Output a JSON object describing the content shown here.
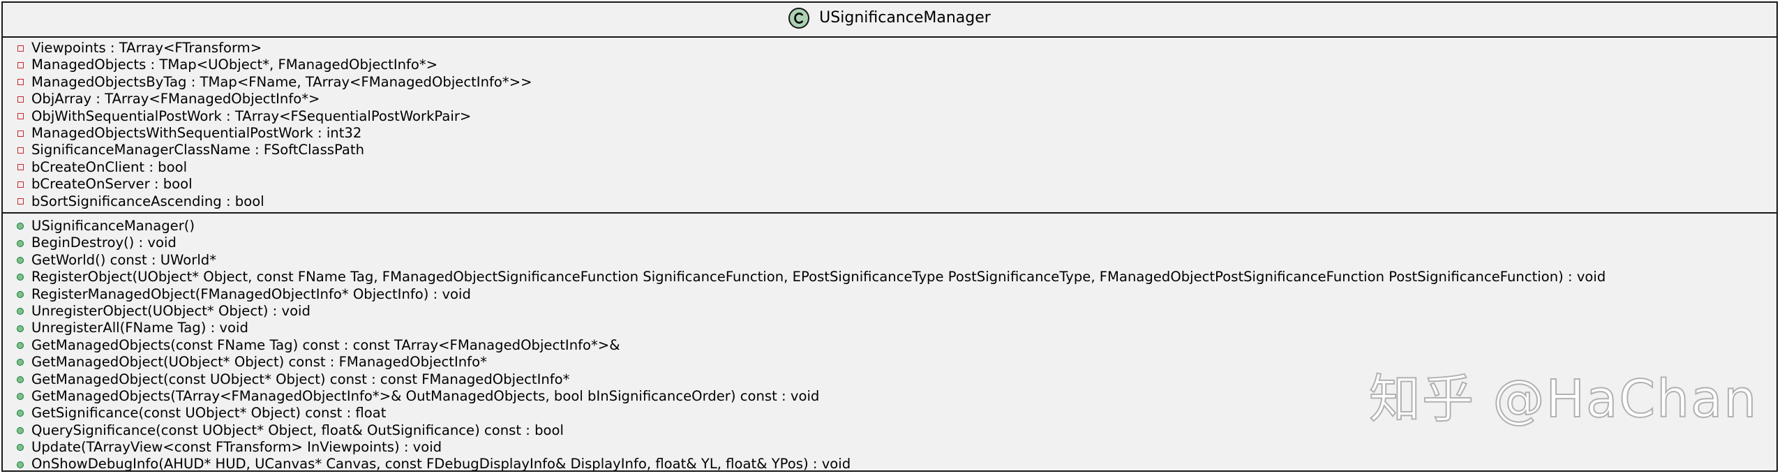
{
  "class": {
    "stereotype_letter": "C",
    "stereotype_icon": "class-circle-icon",
    "stereotype_color": "#add1b2",
    "name": "USignificanceManager"
  },
  "fields": [
    {
      "visibility": "private",
      "text": "Viewpoints : TArray<FTransform>"
    },
    {
      "visibility": "private",
      "text": "ManagedObjects : TMap<UObject*, FManagedObjectInfo*>"
    },
    {
      "visibility": "private",
      "text": "ManagedObjectsByTag : TMap<FName, TArray<FManagedObjectInfo*>>"
    },
    {
      "visibility": "private",
      "text": "ObjArray : TArray<FManagedObjectInfo*>"
    },
    {
      "visibility": "private",
      "text": "ObjWithSequentialPostWork : TArray<FSequentialPostWorkPair>"
    },
    {
      "visibility": "private",
      "text": "ManagedObjectsWithSequentialPostWork : int32"
    },
    {
      "visibility": "private",
      "text": "SignificanceManagerClassName : FSoftClassPath"
    },
    {
      "visibility": "private",
      "text": "bCreateOnClient : bool"
    },
    {
      "visibility": "private",
      "text": "bCreateOnServer : bool"
    },
    {
      "visibility": "private",
      "text": "bSortSignificanceAscending : bool"
    }
  ],
  "methods": [
    {
      "visibility": "public",
      "text": "USignificanceManager()"
    },
    {
      "visibility": "public",
      "text": "BeginDestroy() : void"
    },
    {
      "visibility": "public",
      "text": "GetWorld() const : UWorld*"
    },
    {
      "visibility": "public",
      "text": "RegisterObject(UObject* Object, const FName Tag, FManagedObjectSignificanceFunction SignificanceFunction, EPostSignificanceType PostSignificanceType, FManagedObjectPostSignificanceFunction PostSignificanceFunction) : void"
    },
    {
      "visibility": "public",
      "text": "RegisterManagedObject(FManagedObjectInfo* ObjectInfo) : void"
    },
    {
      "visibility": "public",
      "text": "UnregisterObject(UObject* Object) : void"
    },
    {
      "visibility": "public",
      "text": "UnregisterAll(FName Tag) : void"
    },
    {
      "visibility": "public",
      "text": "GetManagedObjects(const FName Tag) const : const TArray<FManagedObjectInfo*>&"
    },
    {
      "visibility": "public",
      "text": "GetManagedObject(UObject* Object) const : FManagedObjectInfo*"
    },
    {
      "visibility": "public",
      "text": "GetManagedObject(const UObject* Object) const : const FManagedObjectInfo*"
    },
    {
      "visibility": "public",
      "text": "GetManagedObjects(TArray<FManagedObjectInfo*>& OutManagedObjects, bool bInSignificanceOrder) const : void"
    },
    {
      "visibility": "public",
      "text": "GetSignificance(const UObject* Object) const : float"
    },
    {
      "visibility": "public",
      "text": "QuerySignificance(const UObject* Object, float& OutSignificance) const : bool"
    },
    {
      "visibility": "public",
      "text": "Update(TArrayView<const FTransform> InViewpoints) : void"
    },
    {
      "visibility": "public",
      "text": "OnShowDebugInfo(AHUD* HUD, UCanvas* Canvas, const FDebugDisplayInfo& DisplayInfo, float& YL, float& YPos) : void"
    }
  ],
  "colors": {
    "box_fill": "#f1f1f1",
    "border": "#181818",
    "private_marker": "#c82930",
    "public_marker_fill": "#84be84",
    "public_marker_border": "#038048"
  },
  "watermark": {
    "text": "知乎 @HaChan"
  }
}
